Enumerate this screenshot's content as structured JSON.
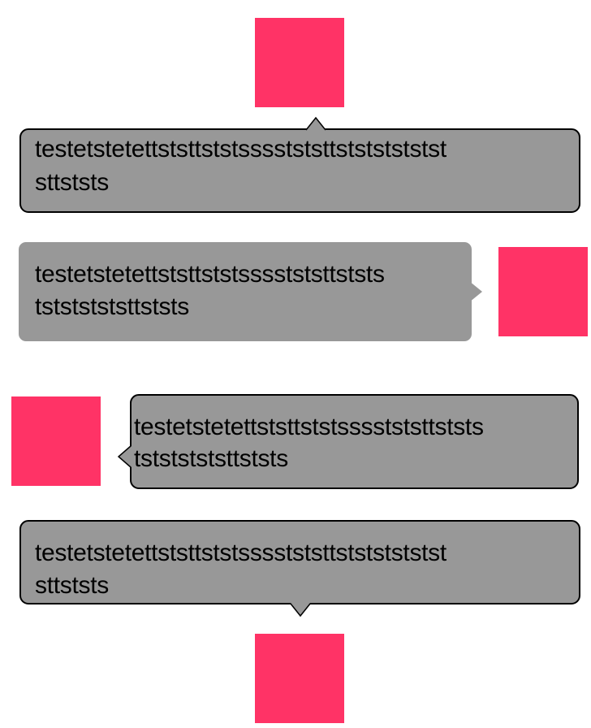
{
  "colors": {
    "anchor": "#ff3366",
    "bubble_fill": "#989898",
    "bubble_border": "#000000",
    "text": "#000000",
    "background": "#ffffff"
  },
  "tooltips": [
    {
      "arrow_direction": "up",
      "line1": "testetstetettststtststsssstststtstststststst",
      "line2": "sttststs"
    },
    {
      "arrow_direction": "right",
      "line1": "testetstetettststtststsssstststtststs",
      "line2": "tstststststtststs"
    },
    {
      "arrow_direction": "left",
      "line1": "testetstetettststtststsssstststtststs",
      "line2": "tstststststtststs"
    },
    {
      "arrow_direction": "down",
      "line1": "testetstetettststtststsssstststtstststststst",
      "line2": "sttststs"
    }
  ]
}
